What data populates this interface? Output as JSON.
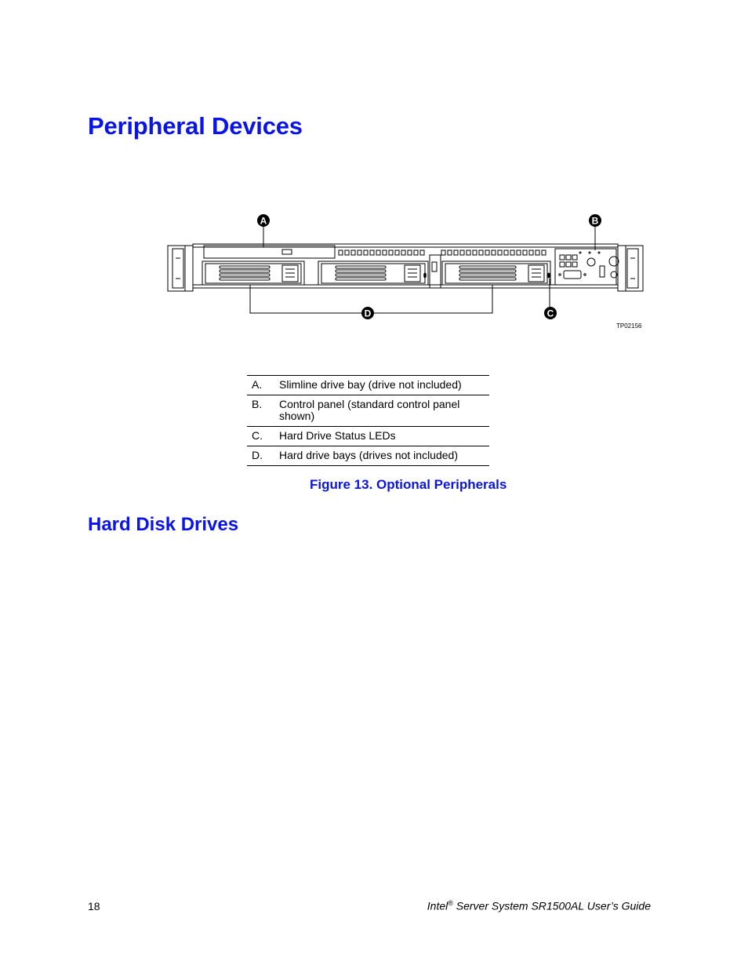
{
  "page": {
    "title": "Peripheral Devices",
    "section_title": "Hard Disk Drives",
    "page_number": "18"
  },
  "figure": {
    "image_id": "TP02156",
    "callouts": [
      "A",
      "B",
      "C",
      "D"
    ],
    "caption": "Figure 13. Optional Peripherals",
    "legend": [
      {
        "key": "A.",
        "text": "Slimline drive bay (drive not included)"
      },
      {
        "key": "B.",
        "text": "Control panel (standard control panel shown)"
      },
      {
        "key": "C.",
        "text": "Hard Drive Status LEDs"
      },
      {
        "key": "D.",
        "text": "Hard drive bays (drives not included)"
      }
    ]
  },
  "footer": {
    "brand": "Intel",
    "reg_mark": "®",
    "title": " Server System SR1500AL User’s Guide"
  }
}
